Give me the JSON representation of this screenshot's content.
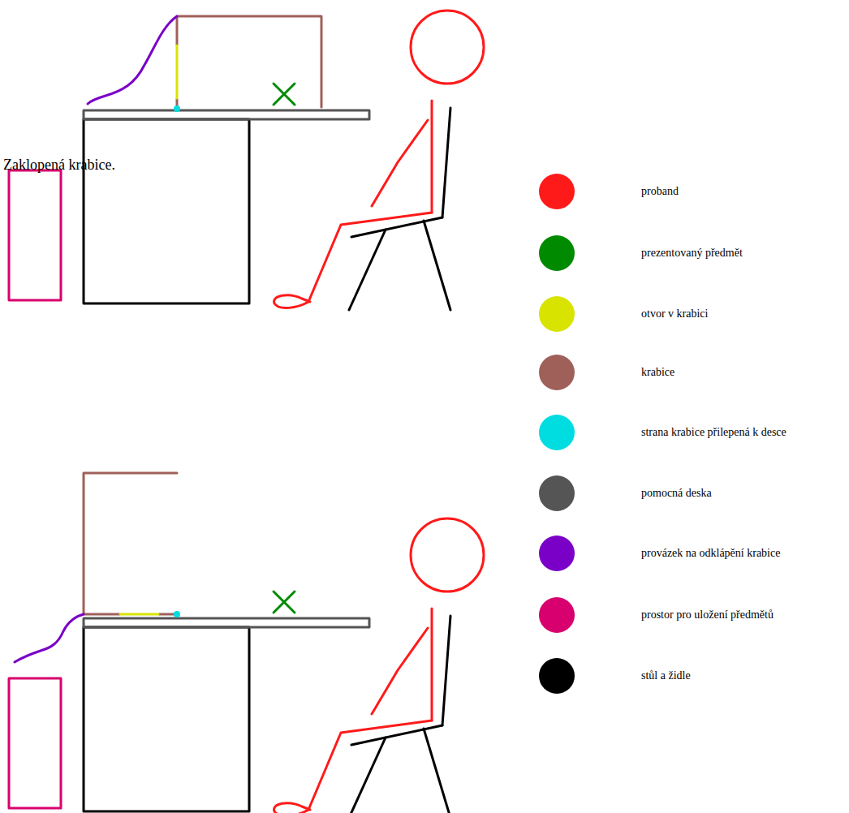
{
  "diagram": {
    "labels": [
      "Zaklopená krabice."
    ],
    "legend": [
      {
        "text": "proband",
        "color": "#ff1a1a"
      },
      {
        "text": "prezentovaný předmět",
        "color": "#008a00"
      },
      {
        "text": "otvor v krabici",
        "color": "#d8e400"
      },
      {
        "text": "krabice",
        "color": "#a0605a"
      },
      {
        "text": "strana krabice přilepená k desce",
        "color": "#00dde0"
      },
      {
        "text": "pomocná deska",
        "color": "#555555"
      },
      {
        "text": "provázek na odklápění krabice",
        "color": "#7a00c8"
      },
      {
        "text": "prostor pro uložení předmětů",
        "color": "#d8006e"
      },
      {
        "text": "stůl a židle",
        "color": "#000000"
      }
    ]
  }
}
